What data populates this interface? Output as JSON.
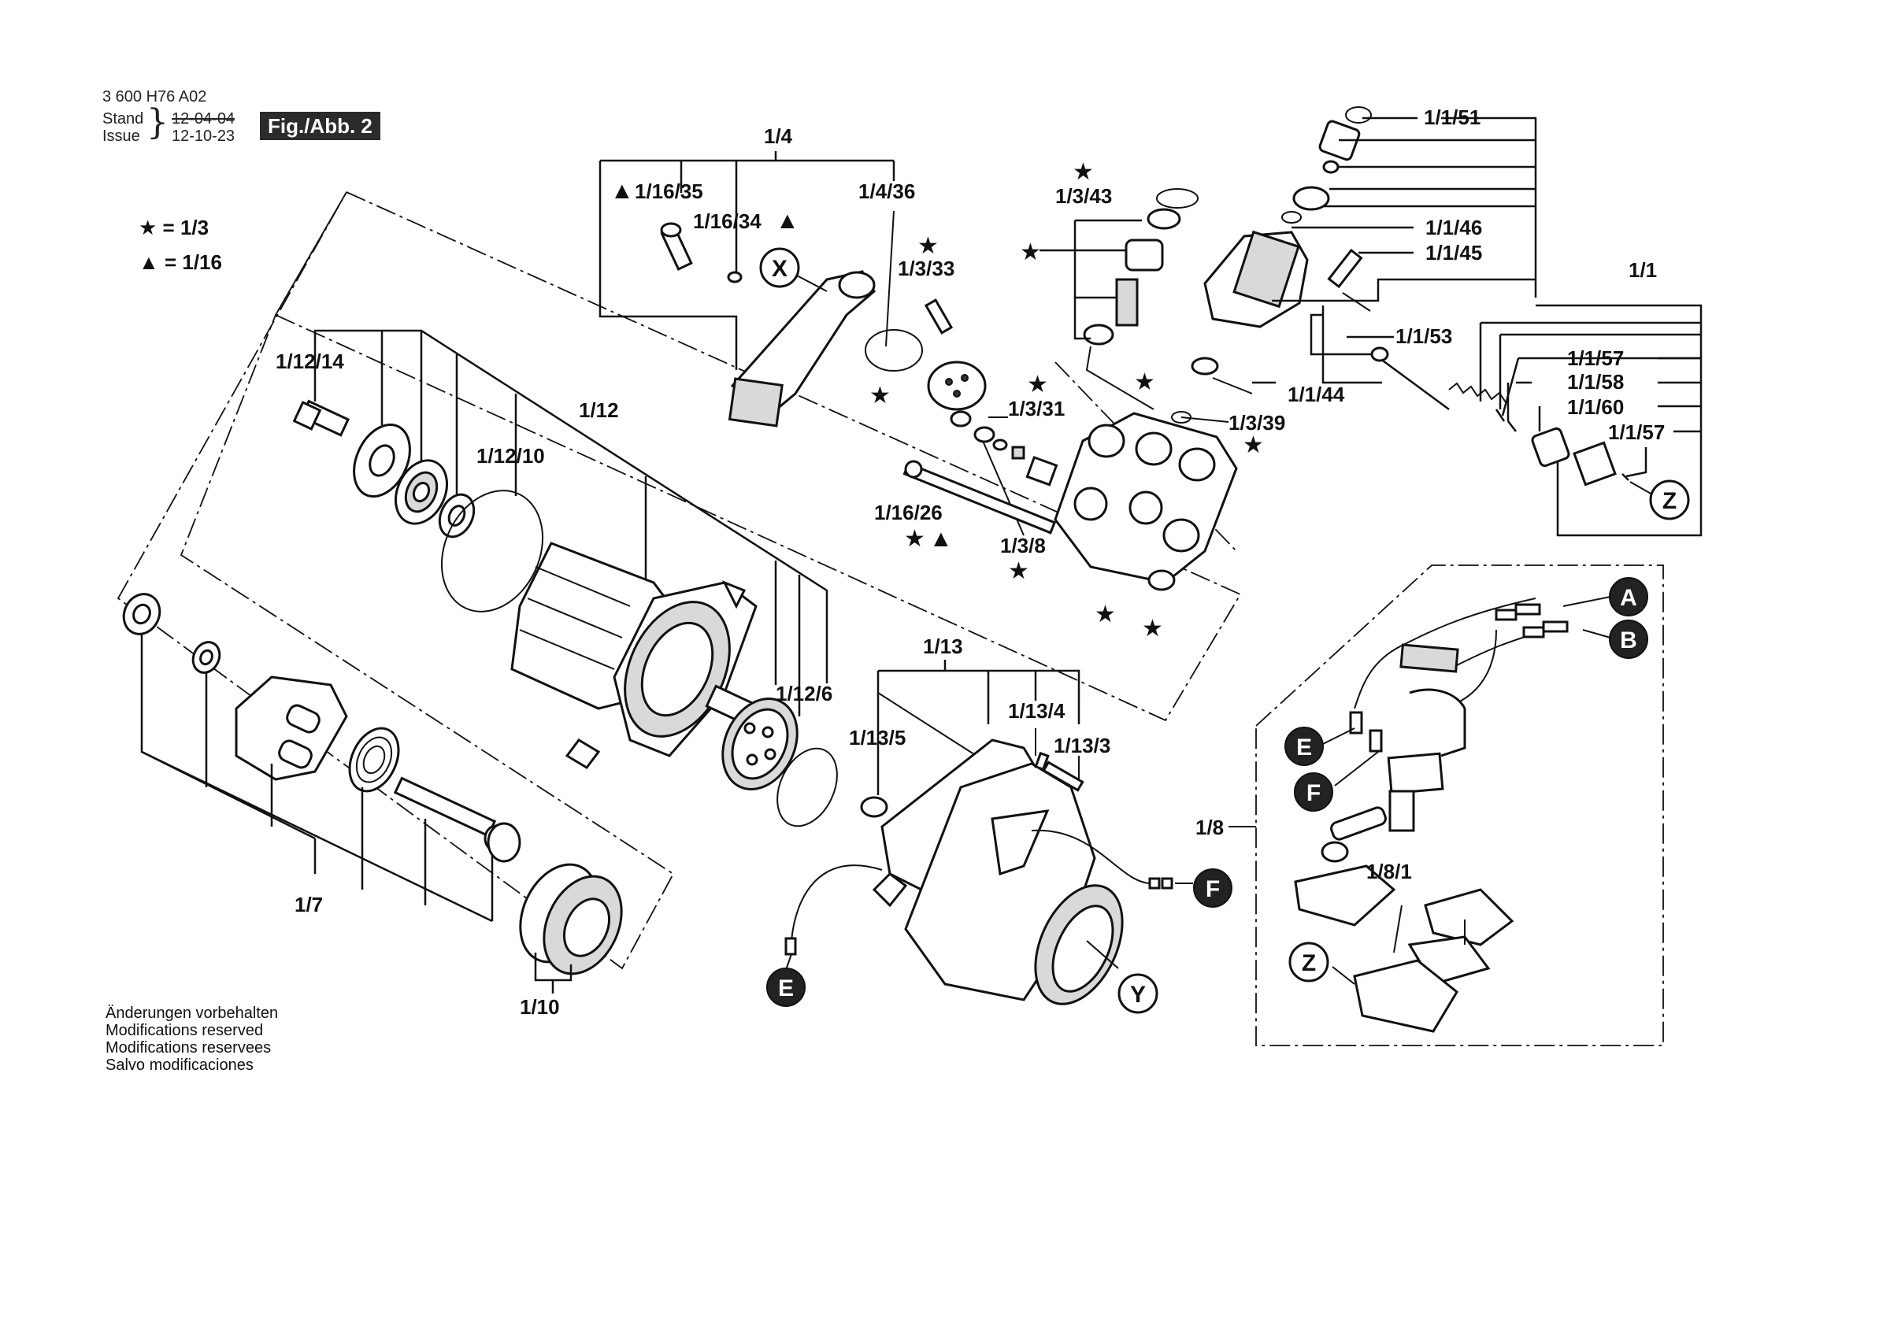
{
  "header": {
    "doc_number": "3 600 H76 A02",
    "stand_label": "Stand",
    "issue_label": "Issue",
    "stand_date": "12-04-04",
    "issue_date": "12-10-23",
    "figure_label": "Fig./Abb. 2"
  },
  "legend": {
    "star_entry": "= 1/3",
    "triangle_entry": "= 1/16"
  },
  "footer": {
    "lines": [
      "Änderungen vorbehalten",
      "Modifications reserved",
      "Modifications reservees",
      "Salvo modificaciones"
    ]
  },
  "callouts": {
    "c_1_4": "1/4",
    "c_1_16_35": "1/16/35",
    "c_1_16_34": "1/16/34",
    "c_1_4_36": "1/4/36",
    "c_1_3_43": "1/3/43",
    "c_1_3_33": "1/3/33",
    "c_1_3_31": "1/3/31",
    "c_1_3_39": "1/3/39",
    "c_1_3_8": "1/3/8",
    "c_1_16_26": "1/16/26",
    "c_1_1_51": "1/1/51",
    "c_1_1_46": "1/1/46",
    "c_1_1_45": "1/1/45",
    "c_1_1": "1/1",
    "c_1_1_53": "1/1/53",
    "c_1_1_44": "1/1/44",
    "c_1_1_57a": "1/1/57",
    "c_1_1_58": "1/1/58",
    "c_1_1_60": "1/1/60",
    "c_1_1_57b": "1/1/57",
    "c_1_12_14": "1/12/14",
    "c_1_12": "1/12",
    "c_1_12_10": "1/12/10",
    "c_1_12_6": "1/12/6",
    "c_1_13": "1/13",
    "c_1_13_4": "1/13/4",
    "c_1_13_5": "1/13/5",
    "c_1_13_3": "1/13/3",
    "c_1_7": "1/7",
    "c_1_10": "1/10",
    "c_1_8": "1/8",
    "c_1_8_1": "1/8/1"
  },
  "markers": {
    "x": "X",
    "y": "Y",
    "z1": "Z",
    "z2": "Z",
    "a": "A",
    "b": "B",
    "e1": "E",
    "e2": "E",
    "f1": "F",
    "f2": "F"
  }
}
